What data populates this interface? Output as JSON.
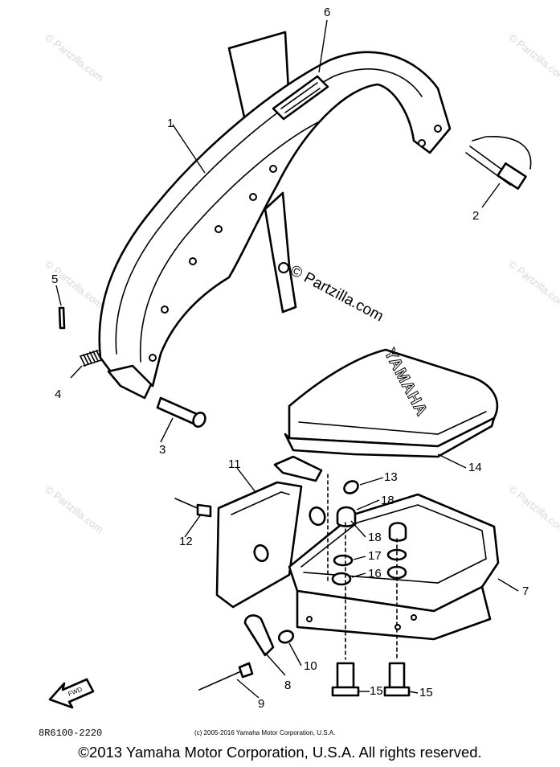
{
  "callouts": [
    "1",
    "2",
    "3",
    "4",
    "5",
    "6",
    "7",
    "8",
    "9",
    "10",
    "11",
    "12",
    "13",
    "14",
    "15",
    "15",
    "16",
    "17",
    "18",
    "18"
  ],
  "watermark": {
    "corner_text": "© Partzilla.com",
    "center_text": "© Partzilla.com"
  },
  "tank_logo": "YAMAHA",
  "fwd_label": "FWD",
  "diagram_code": "8R6100-2220",
  "fine_copyright": "(c) 2005-2016 Yamaha Motor Corporation, U.S.A.",
  "footer_copyright": "©2013 Yamaha Motor Corporation, U.S.A. All rights reserved."
}
